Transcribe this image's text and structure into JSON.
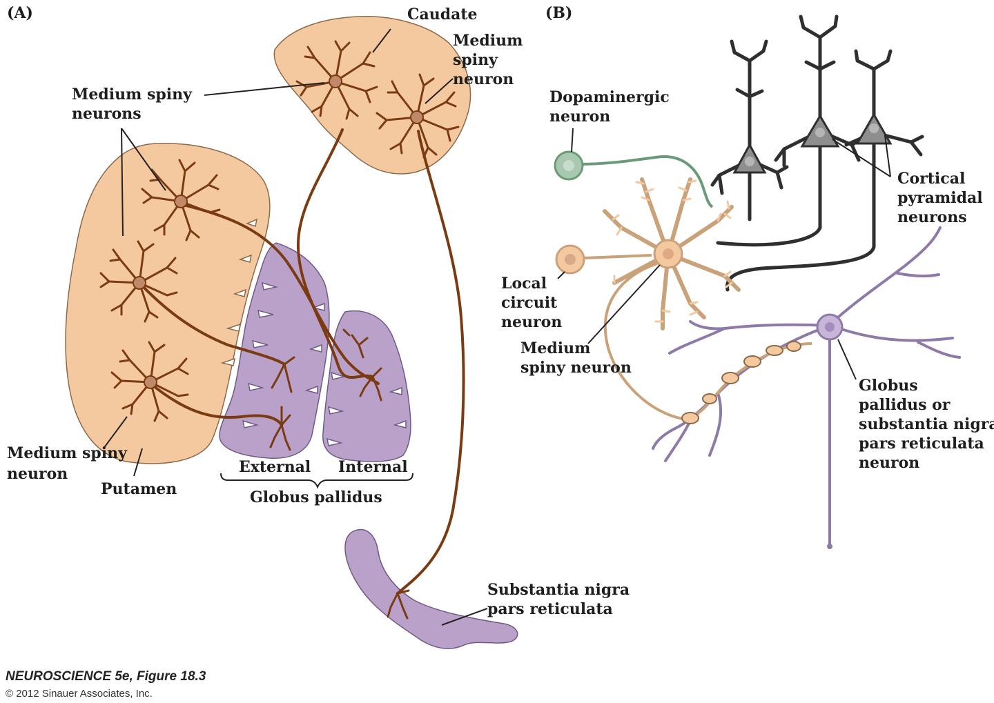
{
  "figure": {
    "panel_a": "(A)",
    "panel_b": "(B)"
  },
  "labels_a": {
    "caudate": "Caudate",
    "medium_spiny_neuron_caudate_1": "Medium",
    "medium_spiny_neuron_caudate_2": "spiny",
    "medium_spiny_neuron_caudate_3": "neuron",
    "medium_spiny_neurons_1": "Medium spiny",
    "medium_spiny_neurons_2": "neurons",
    "medium_spiny_neuron_putamen_1": "Medium spiny",
    "medium_spiny_neuron_putamen_2": "neuron",
    "putamen": "Putamen",
    "external": "External",
    "internal": "Internal",
    "globus_pallidus": "Globus pallidus",
    "substantia_nigra_1": "Substantia nigra",
    "substantia_nigra_2": "pars reticulata"
  },
  "labels_b": {
    "dopaminergic_1": "Dopaminergic",
    "dopaminergic_2": "neuron",
    "cortical_1": "Cortical",
    "cortical_2": "pyramidal",
    "cortical_3": "neurons",
    "local_circuit_1": "Local",
    "local_circuit_2": "circuit",
    "local_circuit_3": "neuron",
    "medium_spiny_1": "Medium",
    "medium_spiny_2": "spiny neuron",
    "gp_snr_1": "Globus",
    "gp_snr_2": "pallidus or",
    "gp_snr_3": "substantia nigra",
    "gp_snr_4": "pars reticulata",
    "gp_snr_5": "neuron"
  },
  "credit": {
    "title": "NEUROSCIENCE 5e, Figure 18.3",
    "copyright": "© 2012 Sinauer Associates, Inc."
  },
  "colors": {
    "tissue": "#f4c9a0",
    "pallidum": "#b9a1c9",
    "axon_brown": "#7a3b12",
    "pyramidal": "#2f2f2f",
    "dopaminergic": "#a8c8b0",
    "gp_neuron": "#c9b5d8"
  }
}
